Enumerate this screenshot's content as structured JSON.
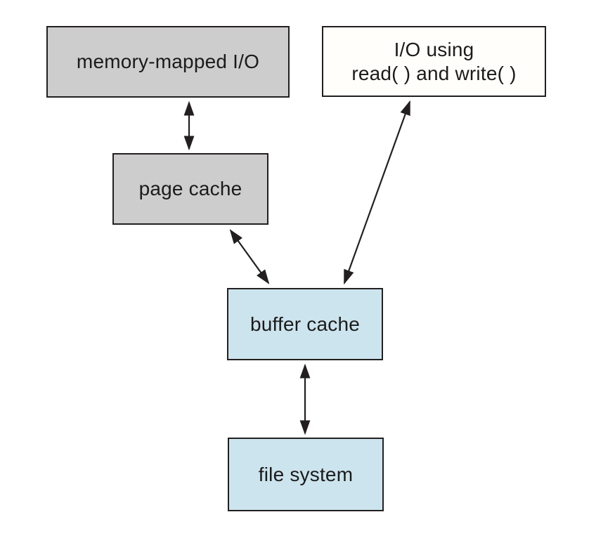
{
  "diagram": {
    "nodes": {
      "memory_mapped_io": {
        "label": "memory-mapped I/O",
        "fill": "#cdcdcd"
      },
      "io_read_write": {
        "label": "I/O using\nread( ) and write( )",
        "fill": "#fffefa"
      },
      "page_cache": {
        "label": "page cache",
        "fill": "#cdcdcd"
      },
      "buffer_cache": {
        "label": "buffer cache",
        "fill": "#cce4ee"
      },
      "file_system": {
        "label": "file system",
        "fill": "#cce4ee"
      }
    },
    "edges": [
      {
        "name": "memory-mapped-io--page-cache",
        "type": "double-headed-arrow"
      },
      {
        "name": "page-cache--buffer-cache",
        "type": "double-headed-arrow"
      },
      {
        "name": "io-read-write--buffer-cache",
        "type": "double-headed-arrow"
      },
      {
        "name": "buffer-cache--file-system",
        "type": "double-headed-arrow"
      }
    ],
    "colors": {
      "background": "#ffffff",
      "border": "#231f20",
      "arrow": "#231f20",
      "text": "#1c1b1a"
    }
  }
}
